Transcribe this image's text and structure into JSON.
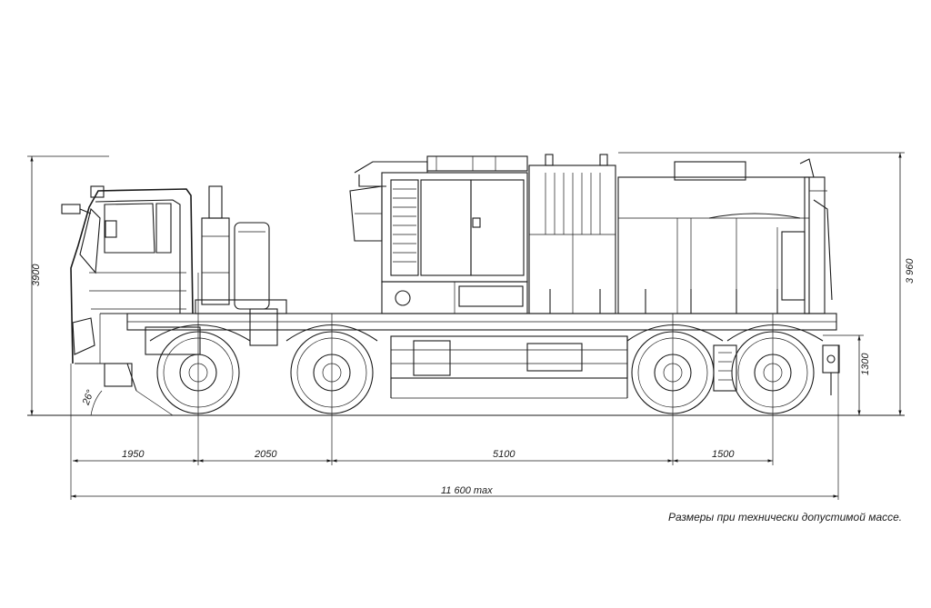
{
  "dimensions": {
    "wheelbase_1": "1950",
    "wheelbase_2": "2050",
    "wheelbase_3": "5100",
    "wheelbase_4": "1500",
    "overall_length": "11 600 max",
    "height_cab": "3900",
    "height_unit": "3 960",
    "hitch_height": "1300",
    "approach_angle": "26°"
  },
  "note": "Размеры при технически допустимой массе."
}
